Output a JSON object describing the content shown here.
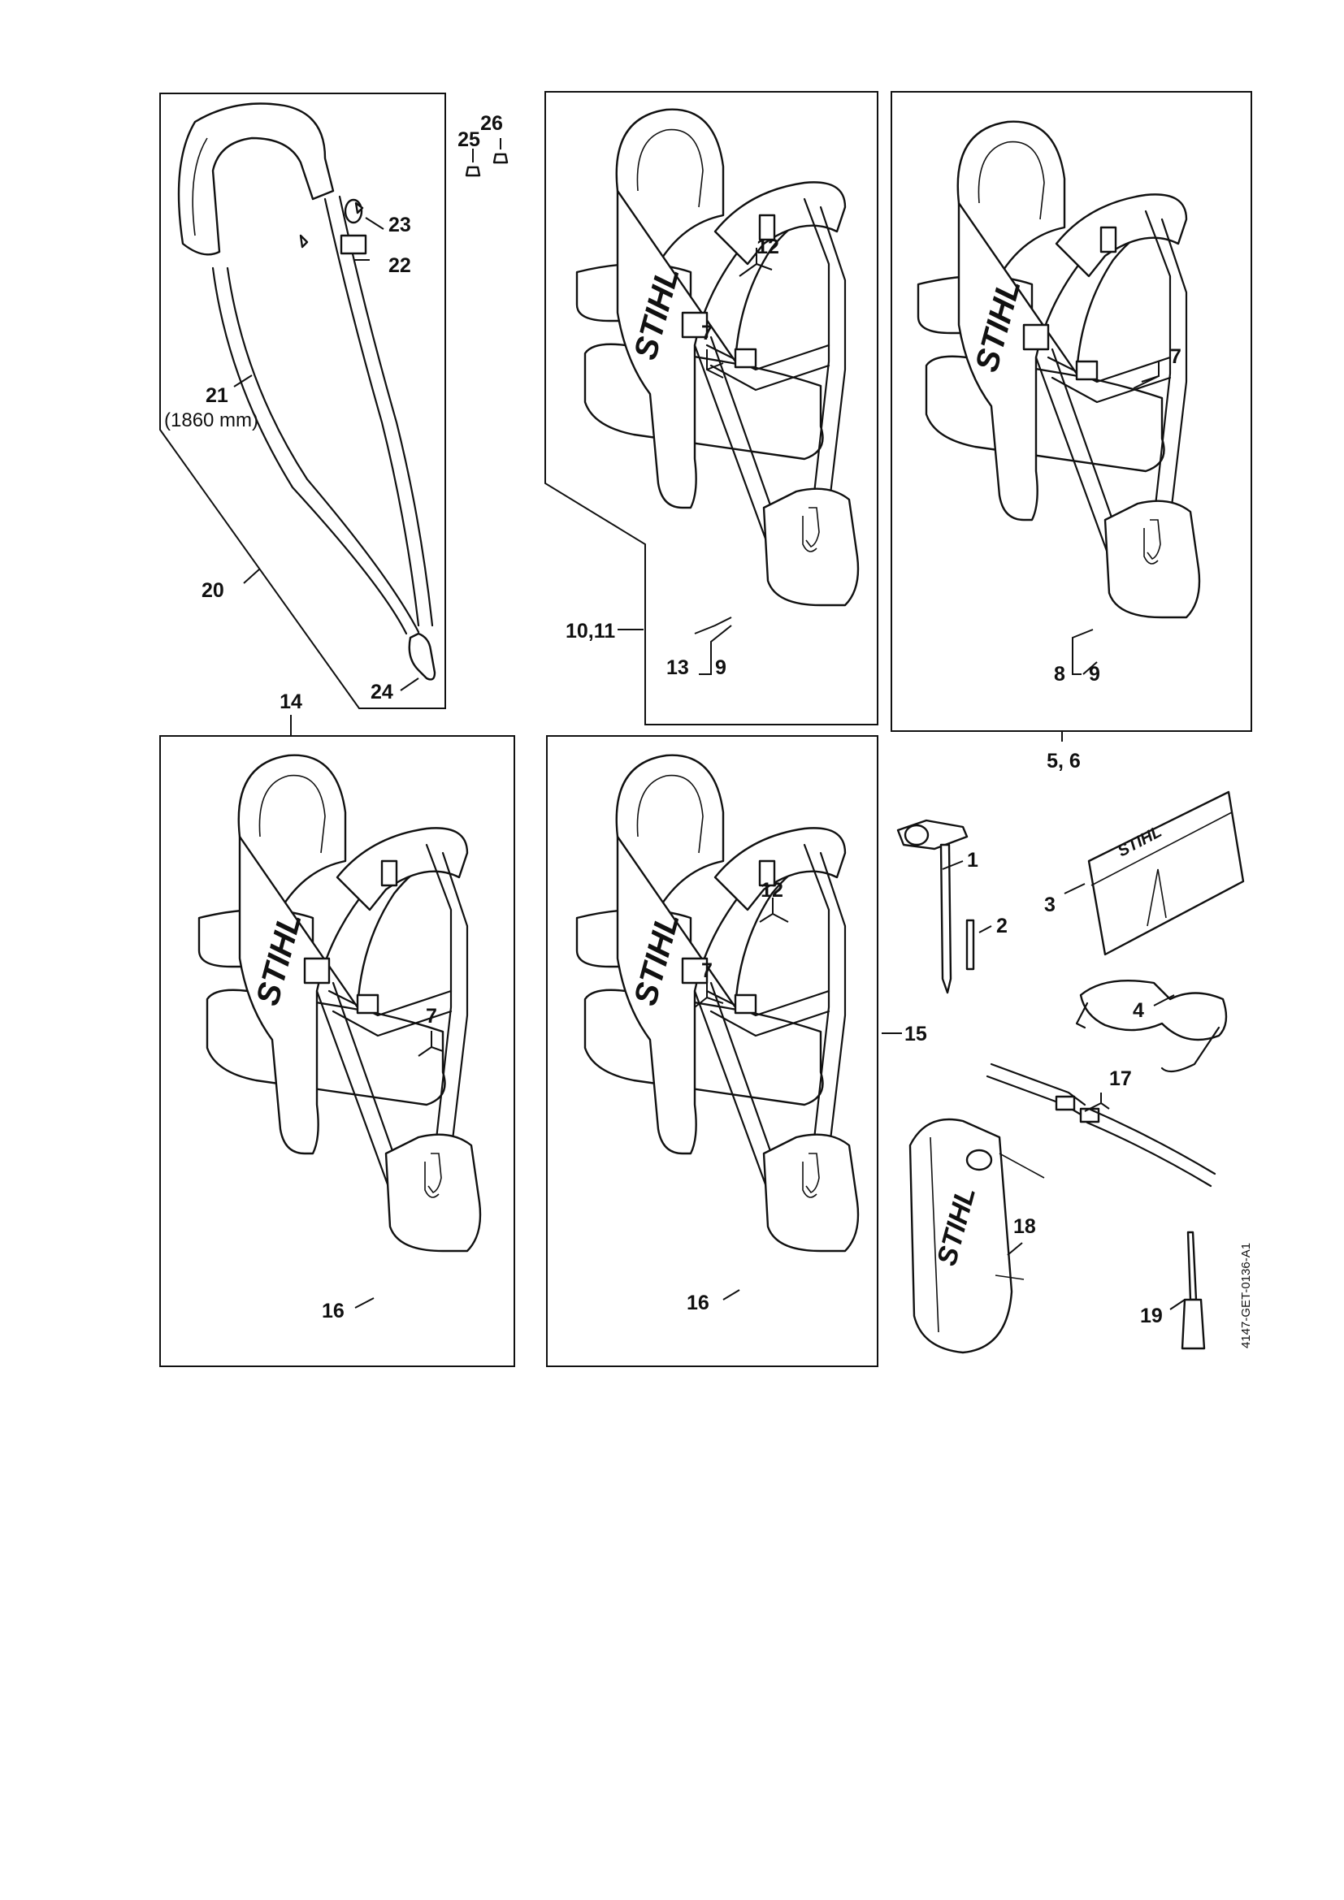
{
  "document_code": "4147-GET-0136-A1",
  "brand": "STIHL",
  "callouts": {
    "c1": "1",
    "c2": "2",
    "c3": "3",
    "c4": "4",
    "c5_6": "5, 6",
    "c7": "7",
    "c8": "8",
    "c9": "9",
    "c10_11": "10,11",
    "c12": "12",
    "c13": "13",
    "c14": "14",
    "c15": "15",
    "c16": "16",
    "c17": "17",
    "c18": "18",
    "c19": "19",
    "c20": "20",
    "c21": "21",
    "c22": "22",
    "c23": "23",
    "c24": "24",
    "c25": "25",
    "c26": "26"
  },
  "strap_length": "(1860 mm)"
}
